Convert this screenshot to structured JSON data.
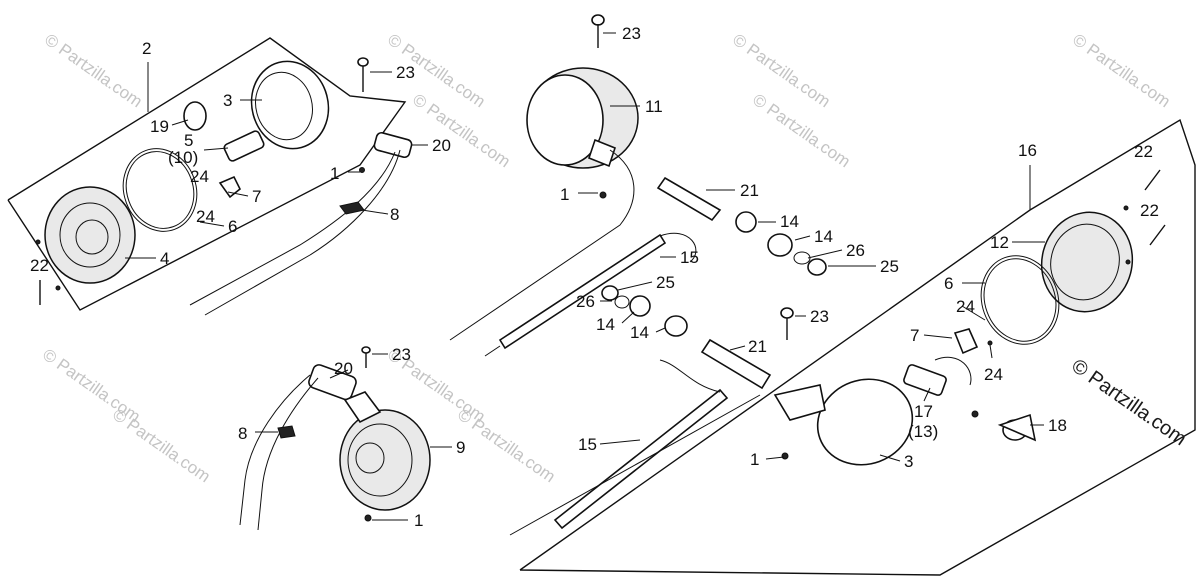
{
  "watermarks": [
    "© Partzilla.com",
    "© Partzilla.com",
    "© Partzilla.com",
    "© Partzilla.com",
    "© Partzilla.com",
    "© Partzilla.com",
    "© Partzilla.com",
    "© Partzilla.com",
    "© Partzilla.com",
    "© Partzilla.com"
  ],
  "watermark_corner": "© Partzilla.com",
  "callouts": {
    "c2": "2",
    "c3a": "3",
    "c19": "19",
    "c5": "5",
    "c10": "(10)",
    "c24a": "24",
    "c24b": "24",
    "c7a": "7",
    "c6a": "6",
    "c4": "4",
    "c22a": "22",
    "c23a": "23",
    "c20a": "20",
    "c1a": "1",
    "c8a": "8",
    "c23b": "23",
    "c11": "11",
    "c1b": "1",
    "c21a": "21",
    "c14a": "14",
    "c14b": "14",
    "c26a": "26",
    "c25a": "25",
    "c15a": "15",
    "c25b": "25",
    "c26b": "26",
    "c14c": "14",
    "c14d": "14",
    "c23c": "23",
    "c21b": "21",
    "c20b": "20",
    "c23d": "23",
    "c8b": "8",
    "c9": "9",
    "c1c": "1",
    "c15b": "15",
    "c1d": "1",
    "c3b": "3",
    "c16": "16",
    "c22b": "22",
    "c22c": "22",
    "c12": "12",
    "c6b": "6",
    "c24c": "24",
    "c7b": "7",
    "c24d": "24",
    "c17": "17",
    "c13": "(13)",
    "c18": "18"
  }
}
